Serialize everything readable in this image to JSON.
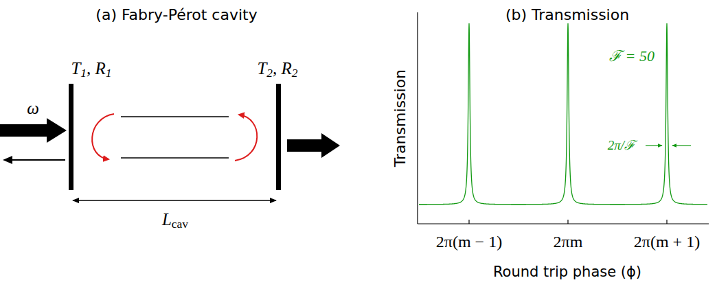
{
  "diagram": {
    "labels": [
      "(a) Fabry-Pérot cavity",
      "(b) Transmission",
      "T1, R1",
      "T2, R2",
      "ω",
      "Lcav",
      "Transmission",
      "2π(m − 1)",
      "2πm",
      "2π(m + 1)",
      "Round trip phase (ϕ)",
      "ℱ = 50",
      "2π/ℱ"
    ]
  }
}
